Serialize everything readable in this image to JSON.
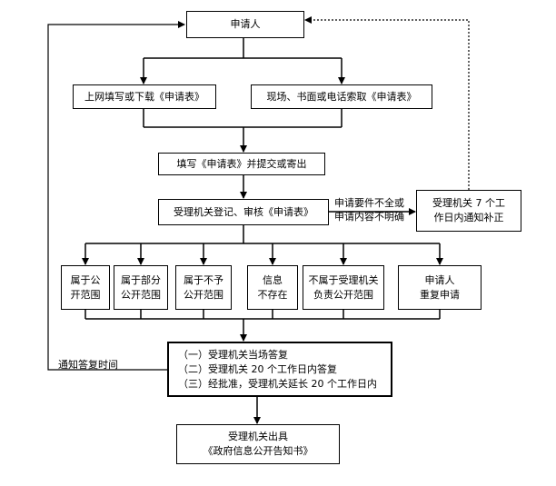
{
  "nodes": {
    "applicant": "申请人",
    "download": "上网填写或下载《申请表》",
    "onsite": "现场、书面或电话索取《申请表》",
    "fill_submit": "填写《申请表》并提交或寄出",
    "register": "受理机关登记、审核《申请表》",
    "notify_fix": [
      "受理机关 7 个工",
      "作日内通知补正"
    ],
    "cat1": [
      "属于公",
      "开范围"
    ],
    "cat2": [
      "属于部分",
      "公开范围"
    ],
    "cat3": [
      "属于不予",
      "公开范围"
    ],
    "cat4": [
      "信息",
      "不存在"
    ],
    "cat5": [
      "不属于受理机关",
      "负责公开范围"
    ],
    "cat6": [
      "申请人",
      "重复申请"
    ],
    "reply": [
      "（一）受理机关当场答复",
      "（二）受理机关 20 个工作日内答复",
      "（三）经批准，受理机关延长 20 个工作日内"
    ],
    "issue": [
      "受理机关出具",
      "《政府信息公开告知书》"
    ]
  },
  "edge_labels": {
    "incomplete": [
      "申请要件不全或",
      "申请内容不明确"
    ],
    "notify_time": "通知答复时间"
  }
}
